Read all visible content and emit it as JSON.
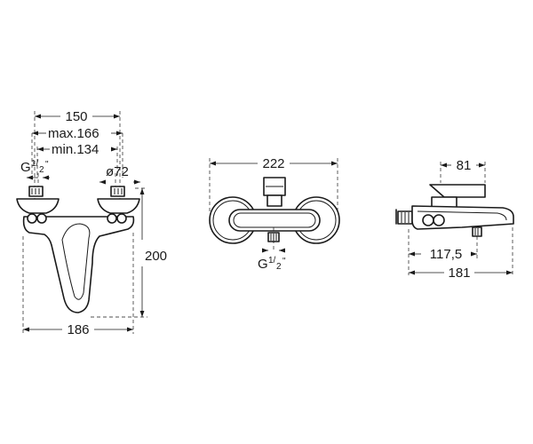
{
  "front": {
    "dim_top": "150",
    "dim_max": "max.166",
    "dim_min": "min.134",
    "thread_g": "G",
    "thread_frac": "1/",
    "thread_den": "2",
    "thread_quote": "\"",
    "diameter": "ø72",
    "height": "200",
    "width": "186"
  },
  "top": {
    "width": "222",
    "thread_g": "G",
    "thread_frac": "1/",
    "thread_den": "2",
    "thread_quote": "\""
  },
  "side": {
    "top_dim": "81",
    "spout_dim": "117,5",
    "total_dim": "181"
  }
}
